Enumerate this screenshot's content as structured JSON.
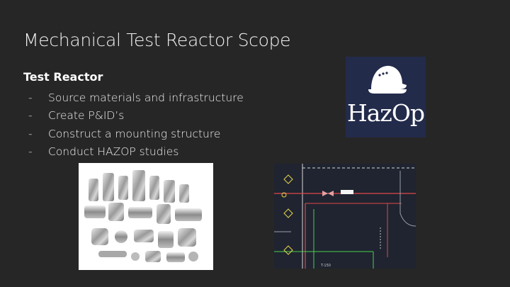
{
  "slide": {
    "title": "Mechanical Test Reactor Scope",
    "subtitle": "Test Reactor",
    "bullets": [
      {
        "dash": "-",
        "text": "Source materials and infrastructure"
      },
      {
        "dash": "-",
        "text": "Create P&ID’s"
      },
      {
        "dash": "-",
        "text": "Construct a mounting structure"
      },
      {
        "dash": "-",
        "text": "Conduct HAZOP studies"
      }
    ]
  },
  "logo": {
    "text": "HazOp",
    "icon": "hard-hat-icon",
    "background": "#232b4b"
  },
  "images": {
    "fittings": "pipe-fittings-photo",
    "pid": "pid-diagram"
  },
  "pid_labels": {
    "bottom_tag": "T-150"
  },
  "colors": {
    "background": "#262626",
    "text": "#ffffff"
  }
}
